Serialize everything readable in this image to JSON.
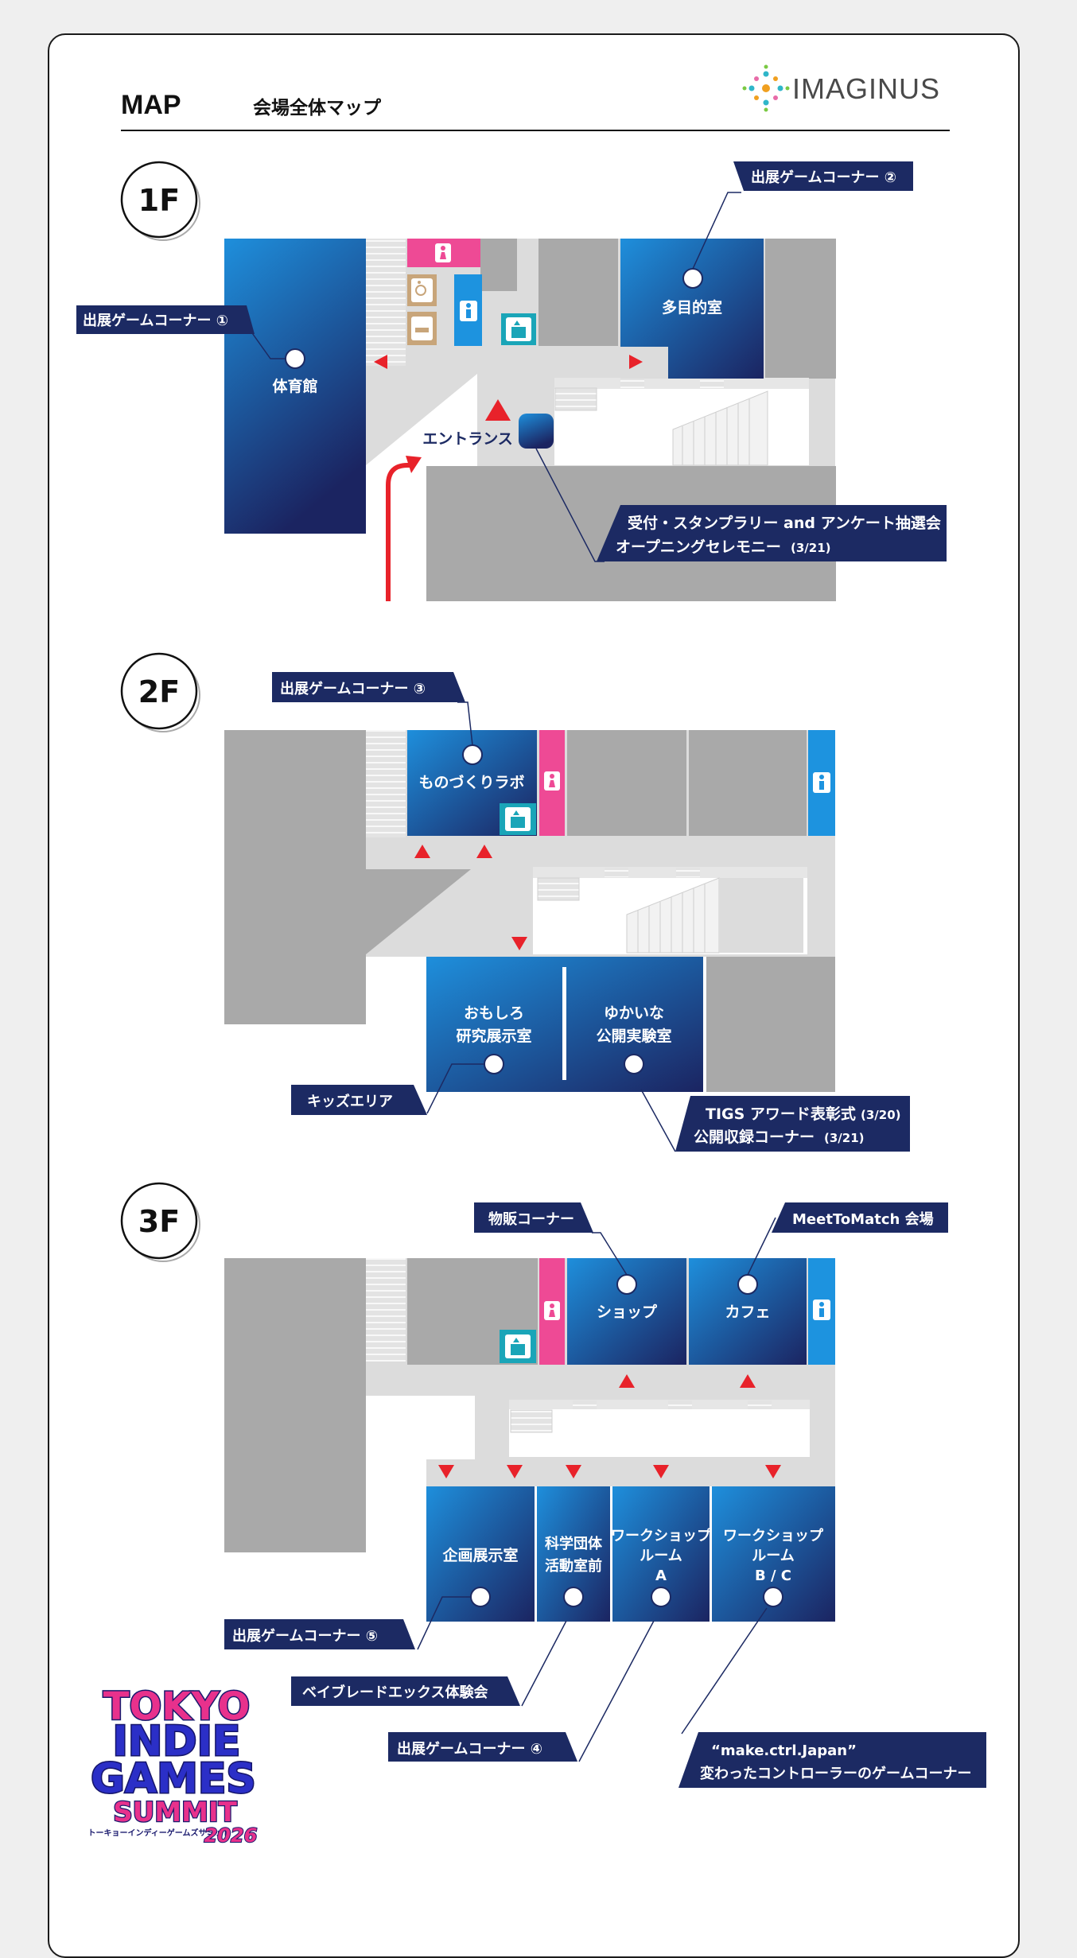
{
  "header": {
    "map_label": "MAP",
    "subtitle": "会場全体マップ",
    "brand": "IMAGINUS"
  },
  "floors": {
    "f1": {
      "label": "1F",
      "rooms": {
        "gym": "体育館",
        "multipurpose": "多目的室"
      },
      "entrance": "エントランス",
      "callouts": {
        "corner1": "出展ゲームコーナー ①",
        "corner2": "出展ゲームコーナー ②",
        "reception_line1": "受付・スタンプラリー and アンケート抽選会",
        "reception_line2": "オープニングセレモニー",
        "reception_date": "(3/21)"
      }
    },
    "f2": {
      "label": "2F",
      "rooms": {
        "monozukuri": "ものづくりラボ",
        "omoshiro_line1": "おもしろ",
        "omoshiro_line2": "研究展示室",
        "yukai_line1": "ゆかいな",
        "yukai_line2": "公開実験室"
      },
      "callouts": {
        "corner3": "出展ゲームコーナー ③",
        "kids": "キッズエリア",
        "tigs_line1": "TIGS アワード表彰式",
        "tigs_date1": "(3/20)",
        "tigs_line2": "公開収録コーナー",
        "tigs_date2": "(3/21)"
      }
    },
    "f3": {
      "label": "3F",
      "rooms": {
        "shop": "ショップ",
        "cafe": "カフェ",
        "kikaku": "企画展示室",
        "kagaku_line1": "科学団体",
        "kagaku_line2": "活動室前",
        "wsa_line1": "ワークショップ",
        "wsa_line2": "ルーム",
        "wsa_line3": "A",
        "wsbc_line1": "ワークショップ",
        "wsbc_line2": "ルーム",
        "wsbc_line3": "B / C"
      },
      "callouts": {
        "sales": "物販コーナー",
        "meettomatch": "MeetToMatch 会場",
        "corner5": "出展ゲームコーナー ⑤",
        "beyblade": "ベイブレードエックス体験会",
        "corner4": "出展ゲームコーナー ④",
        "make_line1": "“make.ctrl.Japan”",
        "make_line2": "変わったコントローラーのゲームコーナー"
      }
    }
  },
  "logo": {
    "line1": "TOKYO",
    "line2": "INDIE",
    "line3": "GAMES",
    "line4": "SUMMIT",
    "sub": "トーキョーインディーゲームズサミット",
    "year": "2026"
  },
  "colors": {
    "navy": "#1c2a63",
    "blue": "#1e88d8",
    "pink": "#ee4a95",
    "sky": "#1d93df",
    "teal": "#1aa5b8",
    "gray": "#a9a9a9",
    "corridor": "#dcdcdc",
    "red": "#e8222a"
  }
}
